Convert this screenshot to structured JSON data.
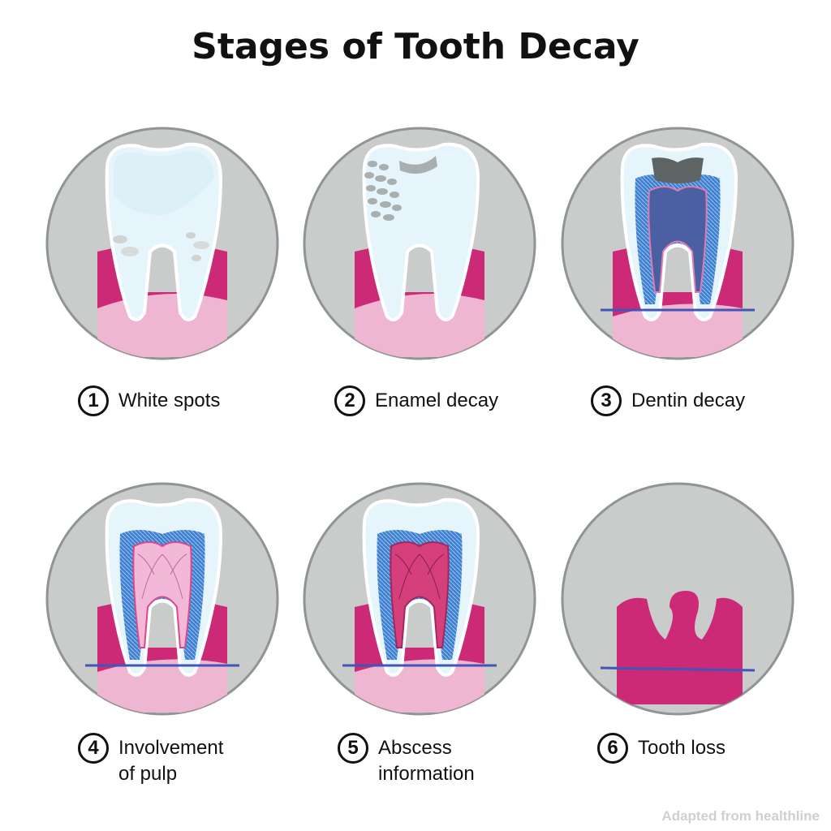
{
  "title": "Stages of Tooth Decay",
  "colors": {
    "circle_bg": "#c9cccb",
    "circle_border": "#8e9594",
    "gum": "#cc2a77",
    "gum_light": "#efb6d1",
    "enamel": "#e6f5fb",
    "enamel_edge": "#ffffff",
    "decay": "#a8afae",
    "cavity": "#5d6463",
    "dentin": "#3f7fd0",
    "pulp_healthy": "#4b5fa3",
    "pulp_inflamed": "#f3b8d8",
    "pulp_abscess": "#d43f7c",
    "nerve_line": "#4055b5"
  },
  "stages": [
    {
      "number": "1",
      "label": "White spots"
    },
    {
      "number": "2",
      "label": "Enamel decay"
    },
    {
      "number": "3",
      "label": "Dentin decay"
    },
    {
      "number": "4",
      "label": "Involvement\nof pulp"
    },
    {
      "number": "5",
      "label": "Abscess\ninformation"
    },
    {
      "number": "6",
      "label": "Tooth loss"
    }
  ],
  "credit": "Adapted from healthline"
}
